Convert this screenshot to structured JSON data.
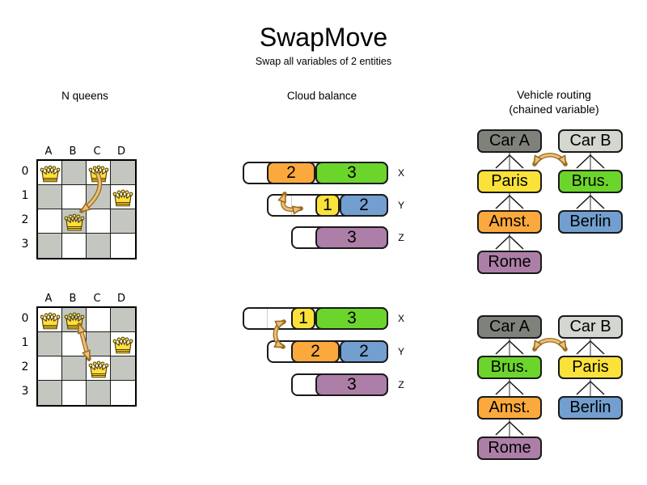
{
  "title": "SwapMove",
  "subtitle": "Swap all variables of 2 entities",
  "sections": {
    "nqueens": {
      "title": "N queens"
    },
    "cloud": {
      "title": "Cloud balance"
    },
    "vrp": {
      "title_line1": "Vehicle routing",
      "title_line2": "(chained variable)"
    }
  },
  "icons": {
    "queen": "queen-crown-icon",
    "swap": "swap-arrow-icon",
    "chain": "chain-up-arrow-icon"
  },
  "colors": {
    "orange": "#fba93d",
    "green": "#6cd52c",
    "yellow": "#fbe23b",
    "blue": "#729fcf",
    "purple": "#ad7fa8",
    "car_a_gray": "#7f827b",
    "car_b_gray": "#d3d7cf",
    "board_dark": "#c3c7bf",
    "board_light": "#ffffff",
    "arrow_fill": "#ecc07a",
    "arrow_edge": "#9a6d1f",
    "chain_line": "#7f7f7f",
    "chain_chevron": "#1a1a1a"
  },
  "nqueens": {
    "column_labels": [
      "A",
      "B",
      "C",
      "D"
    ],
    "row_labels": [
      "0",
      "1",
      "2",
      "3"
    ],
    "before": {
      "queens": [
        {
          "col": 0,
          "row": 0
        },
        {
          "col": 2,
          "row": 0
        },
        {
          "col": 3,
          "row": 1
        },
        {
          "col": 1,
          "row": 2
        }
      ]
    },
    "after": {
      "queens": [
        {
          "col": 0,
          "row": 0
        },
        {
          "col": 1,
          "row": 0
        },
        {
          "col": 3,
          "row": 1
        },
        {
          "col": 2,
          "row": 2
        }
      ]
    }
  },
  "cloud": {
    "computer_labels": [
      "X",
      "Y",
      "Z"
    ],
    "before": [
      {
        "computer": "X",
        "capacity_units": 6,
        "processes": [
          {
            "load": "2",
            "color": "orange",
            "units": 2
          },
          {
            "load": "3",
            "color": "green",
            "units": 3
          }
        ]
      },
      {
        "computer": "Y",
        "capacity_units": 5,
        "processes": [
          {
            "load": "1",
            "color": "yellow",
            "units": 1
          },
          {
            "load": "2",
            "color": "blue",
            "units": 2
          }
        ]
      },
      {
        "computer": "Z",
        "capacity_units": 4,
        "processes": [
          {
            "load": "3",
            "color": "purple",
            "units": 3
          }
        ]
      }
    ],
    "after": [
      {
        "computer": "X",
        "capacity_units": 6,
        "processes": [
          {
            "load": "1",
            "color": "yellow",
            "units": 1
          },
          {
            "load": "3",
            "color": "green",
            "units": 3
          }
        ]
      },
      {
        "computer": "Y",
        "capacity_units": 5,
        "processes": [
          {
            "load": "2",
            "color": "orange",
            "units": 2
          },
          {
            "load": "2",
            "color": "blue",
            "units": 2
          }
        ]
      },
      {
        "computer": "Z",
        "capacity_units": 4,
        "processes": [
          {
            "load": "3",
            "color": "purple",
            "units": 3
          }
        ]
      }
    ]
  },
  "vrp": {
    "before": {
      "chains": [
        {
          "vehicle": "Car A",
          "vehicle_color": "car_a_gray",
          "stops": [
            {
              "label": "Paris",
              "color": "yellow"
            },
            {
              "label": "Amst.",
              "color": "orange"
            },
            {
              "label": "Rome",
              "color": "purple"
            }
          ]
        },
        {
          "vehicle": "Car B",
          "vehicle_color": "car_b_gray",
          "stops": [
            {
              "label": "Brus.",
              "color": "green"
            },
            {
              "label": "Berlin",
              "color": "blue"
            }
          ]
        }
      ]
    },
    "after": {
      "chains": [
        {
          "vehicle": "Car A",
          "vehicle_color": "car_a_gray",
          "stops": [
            {
              "label": "Brus.",
              "color": "green"
            },
            {
              "label": "Amst.",
              "color": "orange"
            },
            {
              "label": "Rome",
              "color": "purple"
            }
          ]
        },
        {
          "vehicle": "Car B",
          "vehicle_color": "car_b_gray",
          "stops": [
            {
              "label": "Paris",
              "color": "yellow"
            },
            {
              "label": "Berlin",
              "color": "blue"
            }
          ]
        }
      ]
    }
  }
}
